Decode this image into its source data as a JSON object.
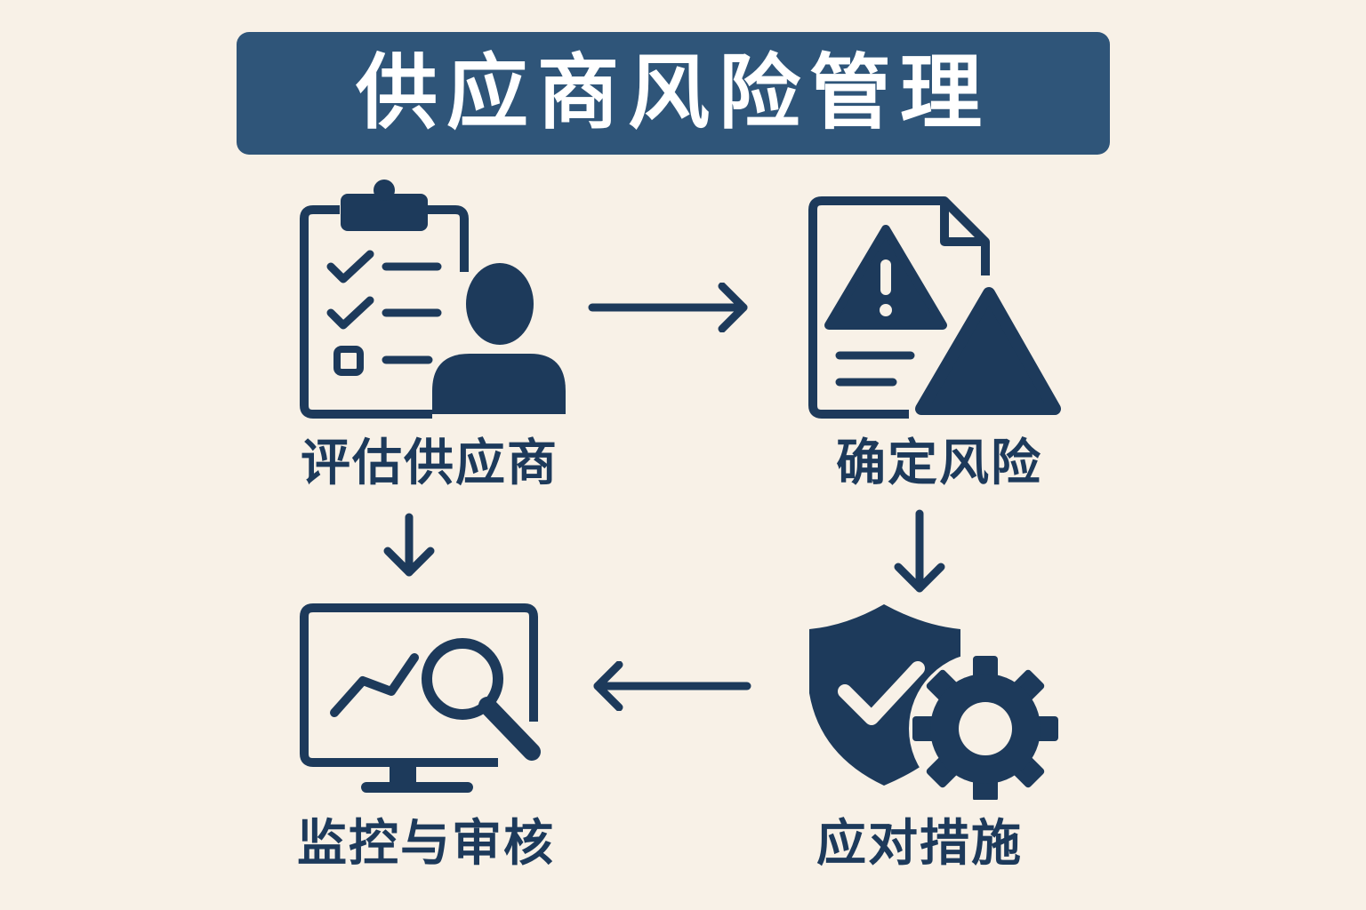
{
  "title": "供应商风险管理",
  "colors": {
    "background": "#f8f1e7",
    "banner": "#2f5579",
    "icon": "#1d3a5b",
    "title_text": "#ffffff"
  },
  "steps": [
    {
      "label": "评估供应商",
      "icon": "clipboard-checklist-person-icon"
    },
    {
      "label": "确定风险",
      "icon": "document-warning-triangle-icon"
    },
    {
      "label": "应对措施",
      "icon": "shield-check-gear-icon"
    },
    {
      "label": "监控与审核",
      "icon": "monitor-chart-magnifier-icon"
    }
  ],
  "flow": [
    {
      "from": "评估供应商",
      "to": "确定风险"
    },
    {
      "from": "确定风险",
      "to": "应对措施"
    },
    {
      "from": "应对措施",
      "to": "监控与审核"
    },
    {
      "from": "评估供应商",
      "to": "监控与审核"
    }
  ]
}
